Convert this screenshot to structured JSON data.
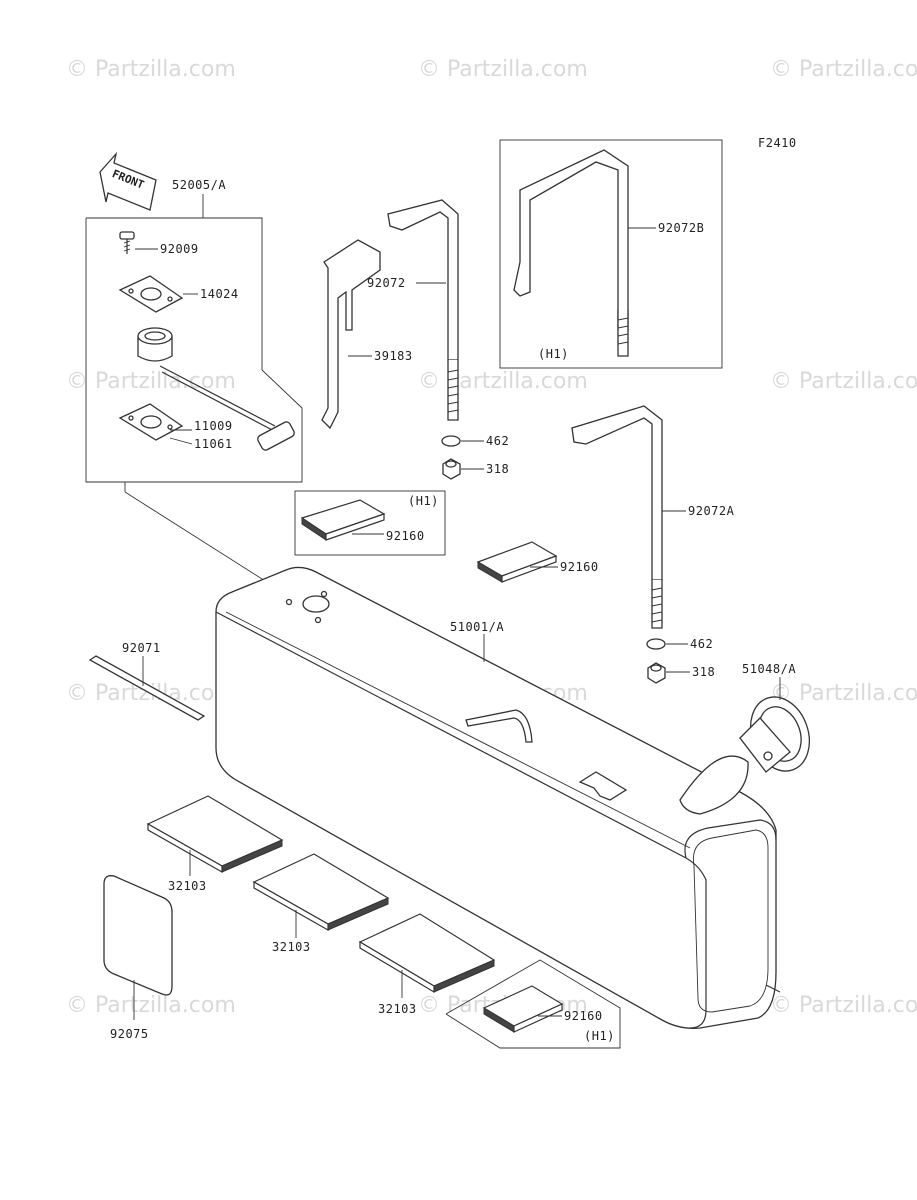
{
  "diagram_code": "F2410",
  "front_arrow_label": "FRONT",
  "watermark": "© Partzilla.com",
  "labels": {
    "p52005": "52005/A",
    "p92009": "92009",
    "p14024": "14024",
    "p11009": "11009",
    "p11061": "11061",
    "p39183": "39183",
    "p92072": "92072",
    "p92072b": "92072B",
    "h1_box_b": "(H1)",
    "p462a": "462",
    "p318a": "318",
    "h1_box_pad": "(H1)",
    "p92160a": "92160",
    "p92160b": "92160",
    "p92072a": "92072A",
    "p51001": "51001/A",
    "p462b": "462",
    "p318b": "318",
    "p51048": "51048/A",
    "p92071": "92071",
    "p32103a": "32103",
    "p32103b": "32103",
    "p32103c": "32103",
    "p92075": "92075",
    "p92160c": "92160",
    "h1_box_bottom": "(H1)"
  }
}
